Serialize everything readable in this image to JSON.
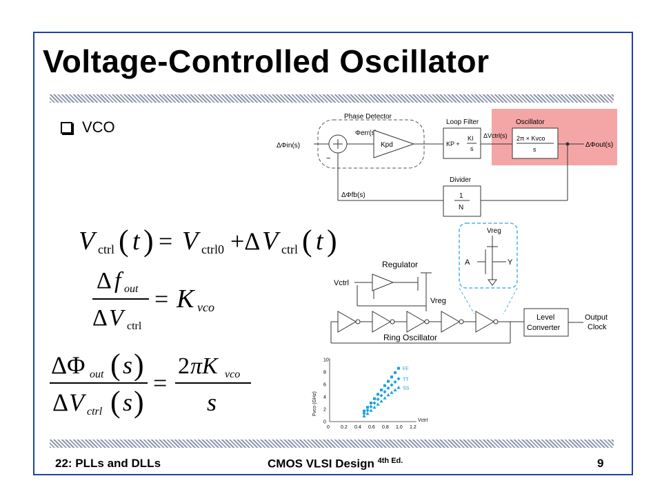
{
  "slide": {
    "title": "Voltage-Controlled Oscillator",
    "bullet": "VCO",
    "footer": {
      "left": "22: PLLs and DLLs",
      "center": "CMOS VLSI Design",
      "center_sup": "4th Ed.",
      "page": "9"
    }
  },
  "block_diagram": {
    "phase_detector": "Phase Detector",
    "phi_err": "Φerr(s)",
    "kpd": "Kpd",
    "phi_in": "ΔΦin(s)",
    "loop_filter": "Loop Filter",
    "lf_kp": "KP +",
    "lf_ki": "KI",
    "lf_s": "s",
    "v_ctrl": "ΔVctrl(s)",
    "oscillator": "Oscillator",
    "osc_num": "2π × Kvco",
    "osc_den": "s",
    "phi_out": "ΔΦout(s)",
    "divider": "Divider",
    "div_num": "1",
    "div_den": "N",
    "phi_fb": "ΔΦfb(s)",
    "highlight_color": "#f4a6a6"
  },
  "ring_circuit": {
    "regulator": "Regulator",
    "vctrl": "Vctrl",
    "vreg": "Vreg",
    "ring_osc": "Ring Oscillator",
    "level_converter": [
      "Level",
      "Converter"
    ],
    "output_clock": [
      "Output",
      "Clock"
    ],
    "inset_vreg": "Vreg",
    "inset_a": "A",
    "inset_y": "Y",
    "inset_color": "#4fb3e0"
  },
  "chart_data": {
    "type": "scatter",
    "xlabel": "Vctrl",
    "ylabel": "Fvco (GHz)",
    "xlim": [
      0,
      1.2
    ],
    "ylim": [
      0,
      10
    ],
    "xticks": [
      "0",
      "0.2",
      "0.4",
      "0.6",
      "0.8",
      "1.0",
      "1.2"
    ],
    "yticks": [
      "0",
      "2",
      "4",
      "6",
      "8",
      "10"
    ],
    "color": "#1aa0e0",
    "series": [
      {
        "name": "FF",
        "marker": "square",
        "x": [
          0.5,
          0.55,
          0.6,
          0.65,
          0.7,
          0.75,
          0.8,
          0.85,
          0.9,
          0.95,
          1.0
        ],
        "values": [
          1.7,
          2.3,
          3.0,
          3.7,
          4.4,
          5.1,
          5.8,
          6.5,
          7.2,
          7.9,
          8.6
        ]
      },
      {
        "name": "TT",
        "marker": "diamond",
        "x": [
          0.5,
          0.55,
          0.6,
          0.65,
          0.7,
          0.75,
          0.8,
          0.85,
          0.9,
          0.95,
          1.0
        ],
        "values": [
          1.3,
          1.8,
          2.4,
          3.0,
          3.6,
          4.2,
          4.8,
          5.4,
          5.9,
          6.4,
          6.9
        ]
      },
      {
        "name": "SS",
        "marker": "triangle",
        "x": [
          0.5,
          0.55,
          0.6,
          0.65,
          0.7,
          0.75,
          0.8,
          0.85,
          0.9,
          0.95,
          1.0
        ],
        "values": [
          0.9,
          1.3,
          1.8,
          2.3,
          2.8,
          3.3,
          3.8,
          4.3,
          4.7,
          5.1,
          5.5
        ]
      }
    ]
  }
}
